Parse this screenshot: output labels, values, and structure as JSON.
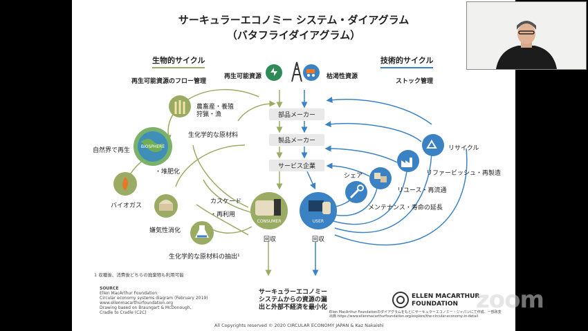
{
  "slide": {
    "title_line1": "サーキュラーエコノミー システム・ダイアグラム",
    "title_line2": "（バタフライダイアグラム）",
    "bio_cycle": {
      "label": "生物的サイクル",
      "subtitle": "再生可能資源のフロー管理"
    },
    "tech_cycle": {
      "label": "技術的サイクル",
      "subtitle": "ストック管理"
    },
    "top_sources": {
      "renewable": "再生可能資源",
      "finite": "枯渇性資源"
    },
    "value_chain": [
      "部品メーカー",
      "製品メーカー",
      "サービス企業"
    ],
    "bio_items": {
      "farming": "農畜産・養殖",
      "hunting": "狩猟・漁",
      "biochem_feedstock": "生化学的な原材料",
      "regeneration": "自然界で再生",
      "composting": "・堆肥化",
      "biogas": "バイオガス",
      "anaerobic": "嫌気性消化",
      "extraction": "生化学的な原材料の抽出¹",
      "cascade": "カスケード",
      "reuse": "・再利用",
      "biosphere": "BIOSPHERE"
    },
    "tech_items": {
      "recycle": "リサイクル",
      "refurbish": "リファービッシュ・再製造",
      "reuse": "リユース・再流通",
      "maintenance": "メンテナンス・寿命の延長",
      "share": "シェア"
    },
    "consumer": {
      "label": "CONSUMER",
      "collect": "回収"
    },
    "user": {
      "label": "USER",
      "collect": "回収"
    },
    "leakage": {
      "line1": "サーキュラーエコノミー",
      "line2": "システムからの資源の漏",
      "line3": "出と外部不経済を最小化"
    },
    "footnote": "1 収穫後、消費後どちらの廃棄物も利用可能",
    "source": {
      "heading": "SOURCE",
      "lines": [
        "Ellen MacArthur Foundation",
        "Circular economy systems diagram (February 2019)",
        "www.ellenmacarthurfoundation.org",
        "Drawing based on Braungart & McDonough,",
        "Cradle to Cradle (C2C)"
      ]
    },
    "emf": {
      "line1": "ELLEN MACARTHUR",
      "line2": "FOUNDATION"
    },
    "credit_note1": "Ellen MacArthur Foundationのダイアグラムをもとにサーキュラーエコノミー・ジャパンにて作成、一部改変",
    "credit_note2": "出典 https://www.ellenmacarthurfoundation.org/explore/the-circular-economy-in-detail",
    "copyright": "All Copyrights reserved © 2020 CIRCULAR ECONOMY JAPAN & Kaz Nakaishi"
  },
  "zoom_watermark": "zoom",
  "colors": {
    "bio": "#9aac63",
    "tech": "#3b82c4",
    "slide_bg": "#ffffff",
    "frame": "#000000"
  }
}
